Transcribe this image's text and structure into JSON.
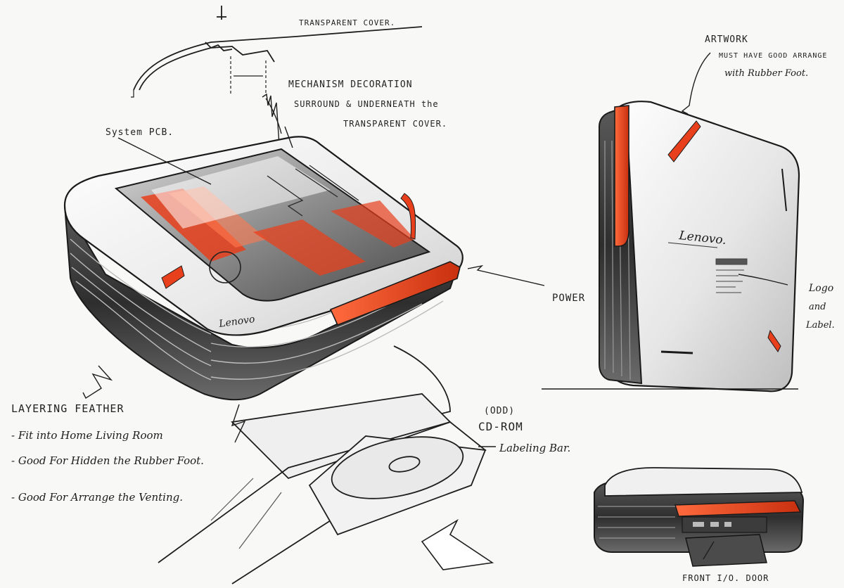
{
  "annotations": {
    "transparent_cover": "TRANSPARENT COVER.",
    "mechanism_line1": "MECHANISM DECORATION",
    "mechanism_line2": "SURROUND & UNDERNEATH the",
    "mechanism_line3": "TRANSPARENT COVER.",
    "system_pcb": "System PCB.",
    "power": "POWER",
    "artwork_line1": "ARTWORK",
    "artwork_line2": "MUST HAVE GOOD ARRANGE",
    "artwork_line3": "with Rubber Foot.",
    "logo_line1": "Logo",
    "logo_line2": "and",
    "logo_line3": "Label.",
    "layering_title": "LAYERING FEATHER",
    "layering_item1": "- Fit into Home Living Room",
    "layering_item2": "- Good For Hidden the Rubber Foot.",
    "layering_item3": "- Good For Arrange the Venting.",
    "odd_line1": "(ODD)",
    "odd_line2": "CD-ROM",
    "labeling_bar": "Labeling Bar.",
    "front_door": "FRONT I/O. DOOR",
    "brand_main": "Lenovo",
    "brand_vertical": "Lenovo."
  },
  "colors": {
    "accent": "#e8401c",
    "ink": "#1e1e1e",
    "body_light": "#f2f2f2",
    "body_dark": "#3a3a3a",
    "paper": "#f8f8f6"
  }
}
